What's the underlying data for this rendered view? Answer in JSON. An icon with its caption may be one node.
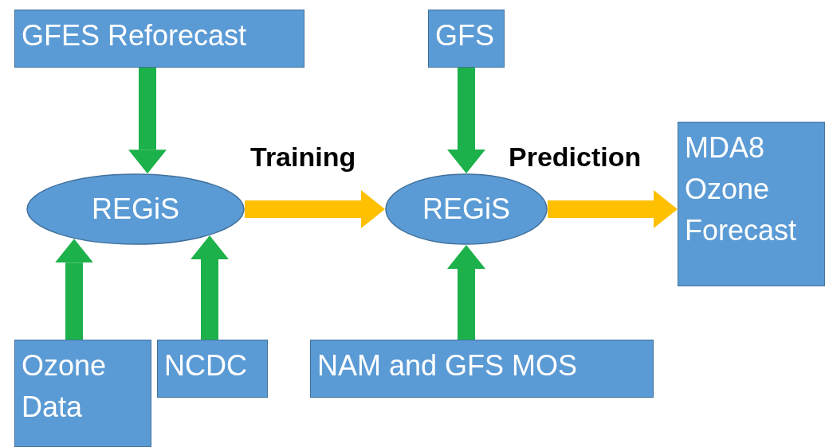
{
  "diagram": {
    "nodes": [
      {
        "text": [
          "GFES Reforecast"
        ]
      },
      {
        "text": [
          "GFS"
        ]
      },
      {
        "text": [
          "REGiS"
        ]
      },
      {
        "text": [
          "REGiS"
        ]
      },
      {
        "text": [
          "MDA8 Ozone Forecast"
        ]
      },
      {
        "text": [
          "Ozone Data"
        ]
      },
      {
        "text": [
          "NCDC"
        ]
      },
      {
        "text": [
          "NAM and GFS MOS"
        ]
      }
    ],
    "edges": [
      {
        "from": 0,
        "to": 2,
        "arrow": "to"
      },
      {
        "from": 5,
        "to": 2,
        "arrow": "to"
      },
      {
        "from": 6,
        "to": 2,
        "arrow": "to"
      },
      {
        "from": 2,
        "to": 3,
        "arrow": "to",
        "label": "Training",
        "color": "#ffc000"
      },
      {
        "from": 1,
        "to": 3,
        "arrow": "to"
      },
      {
        "from": 7,
        "to": 3,
        "arrow": "to"
      },
      {
        "from": 3,
        "to": 4,
        "arrow": "to",
        "label": "Prediction",
        "color": "#ffc000"
      }
    ]
  }
}
